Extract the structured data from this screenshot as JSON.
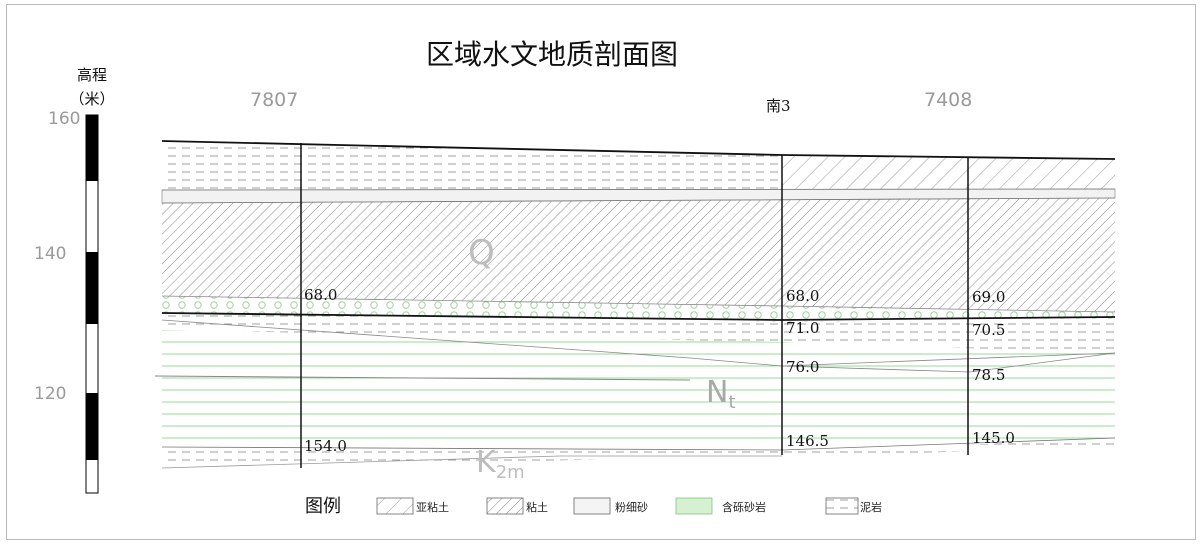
{
  "title": "区域水文地质剖面图",
  "scale": {
    "label_line1": "高程",
    "label_line2": "（米）",
    "ticks": [
      "160",
      "140",
      "120"
    ]
  },
  "boreholes": [
    {
      "id": "7807",
      "depths": [
        "68.0",
        "154.0"
      ]
    },
    {
      "id": "南3",
      "depths": [
        "68.0",
        "71.0",
        "76.0",
        "146.5"
      ]
    },
    {
      "id": "7408",
      "depths": [
        "69.0",
        "70.5",
        "78.5",
        "145.0"
      ]
    }
  ],
  "formations": {
    "q": "Q",
    "nt_main": "N",
    "nt_sub": "t",
    "k_main": "K",
    "k_sub": "2m"
  },
  "legend": {
    "title": "图例",
    "items": [
      {
        "label": "亚粘土",
        "pattern": "sparse-hatch"
      },
      {
        "label": "粘土",
        "pattern": "dense-hatch"
      },
      {
        "label": "粉细砂",
        "pattern": "plain"
      },
      {
        "label": "含砾砂岩",
        "pattern": "green"
      },
      {
        "label": "泥岩",
        "pattern": "dashed"
      }
    ]
  },
  "colors": {
    "hatch": "#8a8a8a",
    "green": "#8fd08f",
    "green_fill": "#d6f0d2",
    "dash": "#9a9a9a",
    "axis_label": "#9a9a9a"
  }
}
